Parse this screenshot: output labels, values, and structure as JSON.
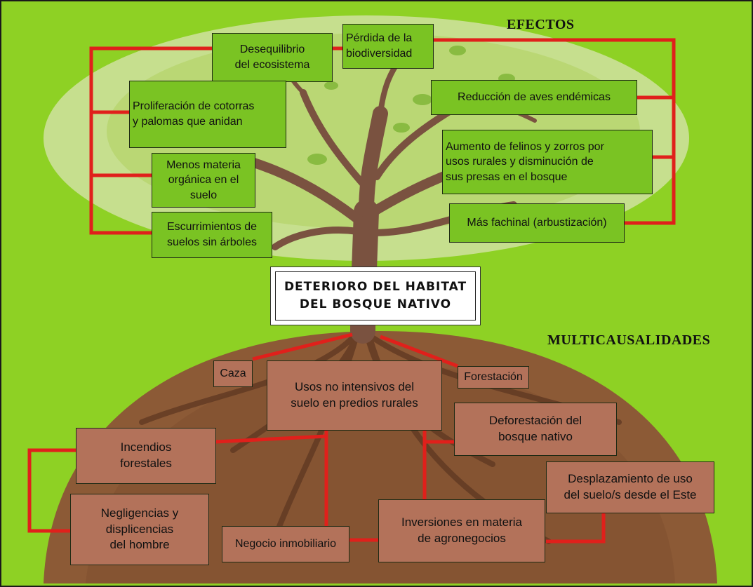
{
  "headings": {
    "effects": "EFECTOS",
    "causes": "MULTICAUSALIDADES"
  },
  "center": {
    "title": "DETERIORO DEL HABITAT\nDEL  BOSQUE  NATIVO"
  },
  "effects": [
    {
      "id": "desequilibrio",
      "text": "Desequilibrio\ndel  ecosistema"
    },
    {
      "id": "perdida",
      "text": "Pérdida de la\nbiodiversidad"
    },
    {
      "id": "proliferacion",
      "text": "Proliferación de cotorras\ny palomas que anidan"
    },
    {
      "id": "materia",
      "text": "Menos  materia\norgánica en el suelo"
    },
    {
      "id": "escurrimientos",
      "text": "Escurrimientos de\nsuelos sin árboles"
    },
    {
      "id": "aves",
      "text": "Reducción de aves endémicas"
    },
    {
      "id": "felinos",
      "text": "Aumento de felinos y zorros por\nusos rurales y disminución de\nsus presas en el bosque"
    },
    {
      "id": "fachinal",
      "text": "Más fachinal (arbustización)"
    }
  ],
  "causes": [
    {
      "id": "caza",
      "text": "Caza"
    },
    {
      "id": "usos",
      "text": "Usos no intensivos del\nsuelo en predios rurales"
    },
    {
      "id": "forestacion",
      "text": "Forestación"
    },
    {
      "id": "deforestacion",
      "text": "Deforestación  del\nbosque  nativo"
    },
    {
      "id": "incendios",
      "text": "Incendios\nforestales"
    },
    {
      "id": "desplazamiento",
      "text": "Desplazamiento de uso\ndel suelo/s desde el Este"
    },
    {
      "id": "negligencias",
      "text": "Negligencias  y\ndisplicencias\ndel  hombre"
    },
    {
      "id": "inversiones",
      "text": "Inversiones en materia\nde   agronegocios"
    },
    {
      "id": "negocio",
      "text": "Negocio inmobiliario"
    }
  ],
  "colors": {
    "background": "#8ed124",
    "canopy": "#b8d97a",
    "ground": "#8c5a36",
    "effect_box": "#7ac323",
    "cause_box": "#b3725a",
    "connector": "#e0201b"
  }
}
